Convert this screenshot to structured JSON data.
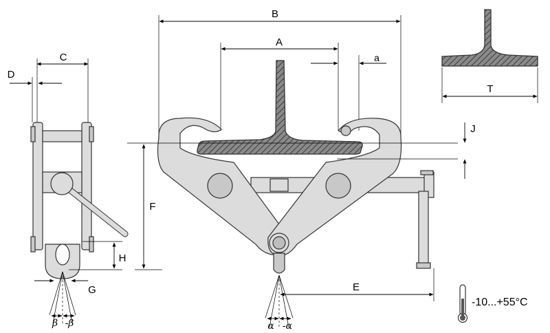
{
  "labels": {
    "B": "B",
    "A": "A",
    "a_small": "a",
    "C": "C",
    "D": "D",
    "T": "T",
    "J": "J",
    "F": "F",
    "H": "H",
    "G": "G",
    "E": "E",
    "beta": "β",
    "minus_beta": "-β",
    "alpha": "α",
    "minus_alpha": "-α",
    "temperature_range": "-10...+55°C"
  },
  "icons": {
    "thermometer": "thermometer-icon"
  },
  "colors": {
    "body_fill": "#dcdcdc",
    "outline": "#333333",
    "hatch": "#555555"
  }
}
